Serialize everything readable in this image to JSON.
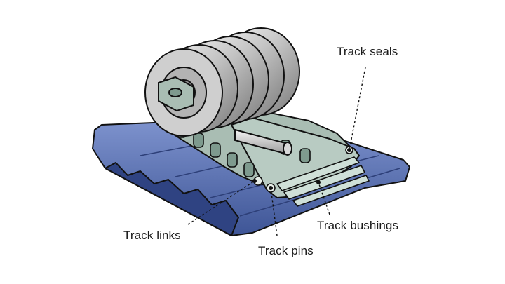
{
  "labels": {
    "track_seals": "Track seals",
    "track_links": "Track links",
    "track_pins": "Track pins",
    "track_bushings": "Track bushings"
  },
  "colors": {
    "shoe_fill": "#4a63a6",
    "shoe_top": "#6a82c0",
    "link_fill": "#a9bdb3",
    "link_dark": "#7e9a8e",
    "roller_light": "#d8d8d8",
    "roller_dark": "#8c8c8c",
    "outline": "#111111"
  }
}
